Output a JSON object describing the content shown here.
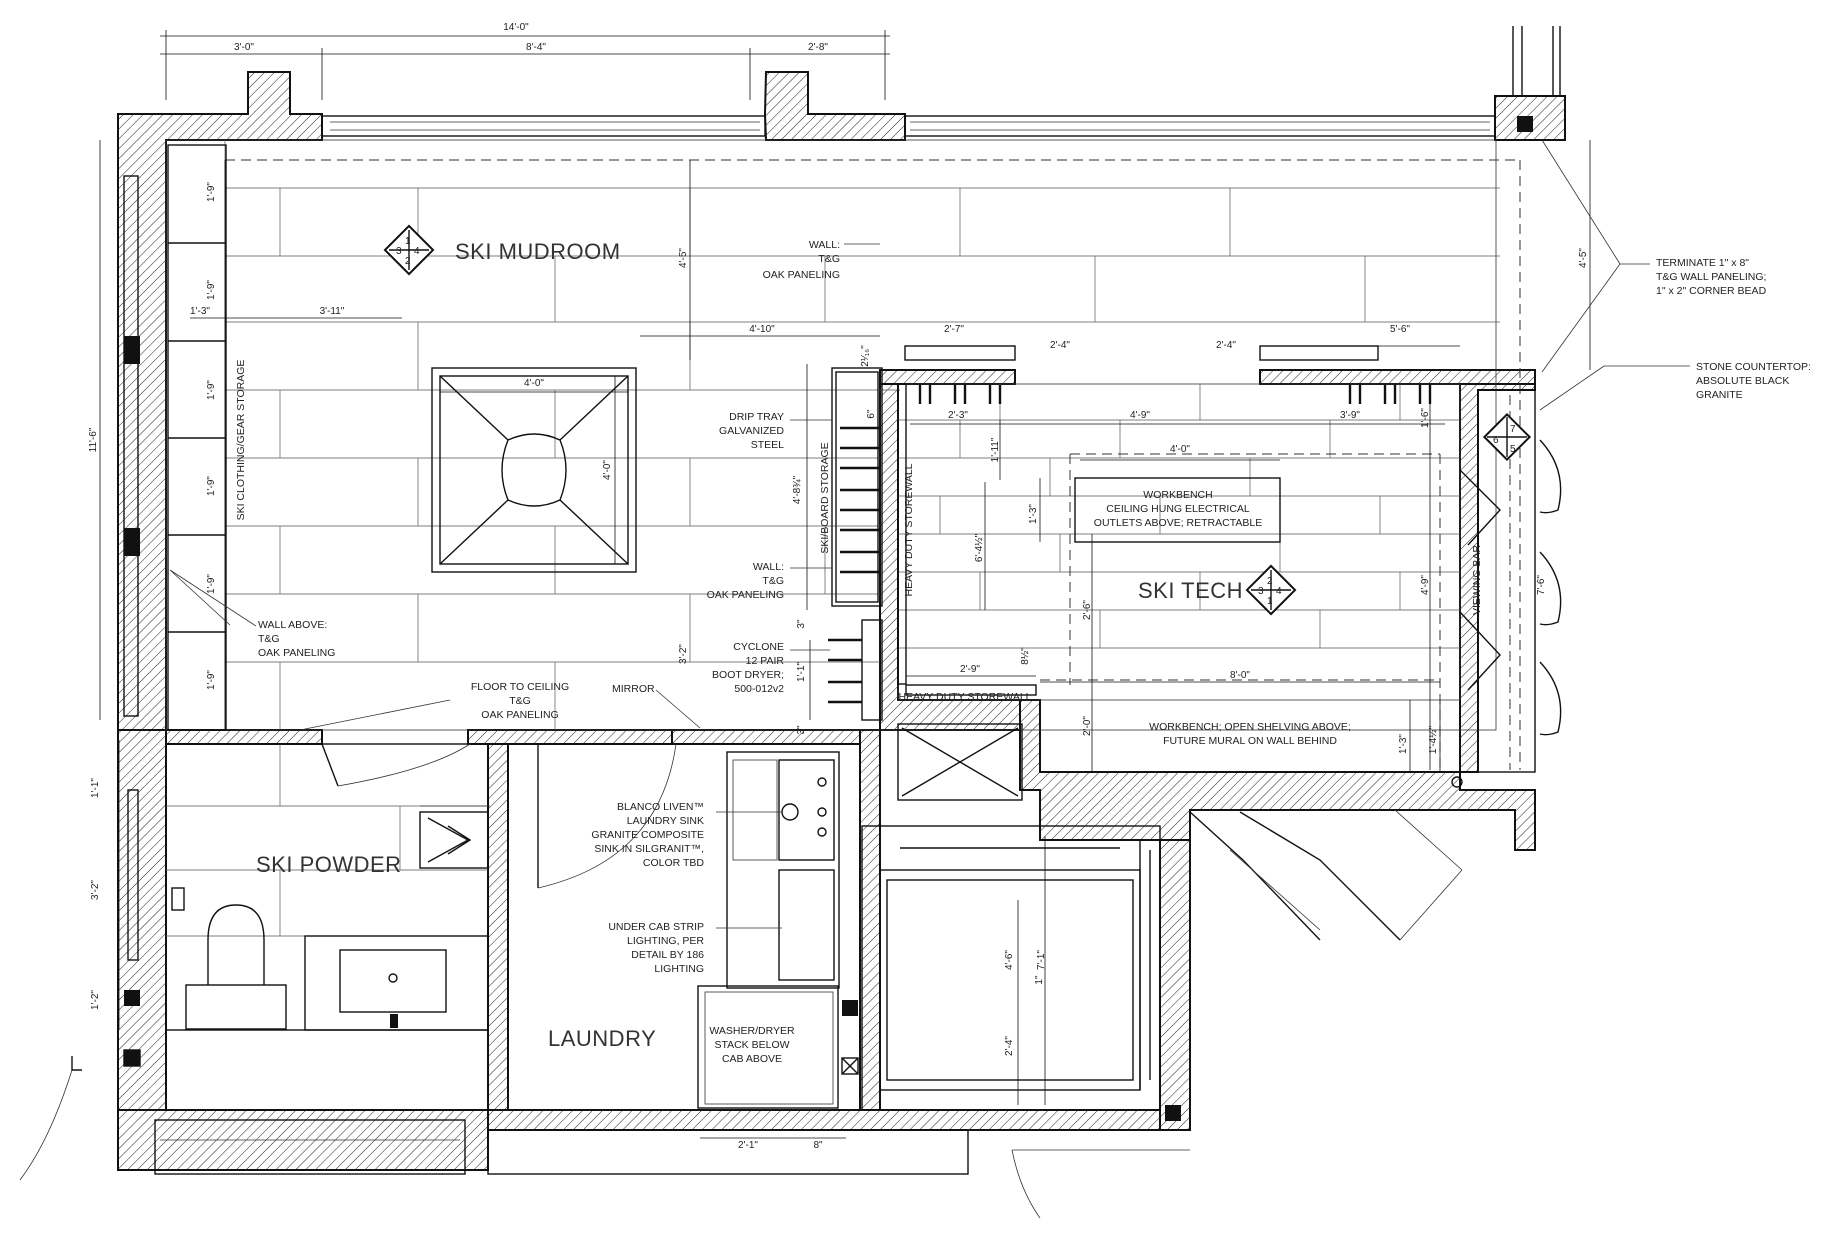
{
  "rooms": {
    "mudroom": "SKI MUDROOM",
    "tech": "SKI TECH",
    "powder": "SKI POWDER",
    "laundry": "LAUNDRY"
  },
  "notes": {
    "terminate": [
      "TERMINATE 1\" x 8\"",
      "T&G WALL PANELING;",
      "1\" x 2\" CORNER BEAD"
    ],
    "stone": [
      "STONE COUNTERTOP:",
      "ABSOLUTE BLACK",
      "GRANITE"
    ],
    "wall_top": [
      "WALL:",
      "T&G",
      "OAK PANELING"
    ],
    "wall_mid": [
      "WALL:",
      "T&G",
      "OAK PANELING"
    ],
    "wall_above": [
      "WALL ABOVE:",
      "T&G",
      "OAK PANELING"
    ],
    "floor_ceiling": [
      "FLOOR TO CEILING",
      "T&G",
      "OAK PANELING"
    ],
    "mirror": "MIRROR",
    "drip": [
      "DRIP TRAY",
      "GALVANIZED",
      "STEEL"
    ],
    "cyclone": [
      "CYCLONE",
      "12 PAIR",
      "BOOT DRYER;",
      "500-012v2"
    ],
    "blanco": [
      "BLANCO LIVEN™",
      "LAUNDRY SINK",
      "GRANITE COMPOSITE",
      "SINK IN SILGRANIT™,",
      "COLOR TBD"
    ],
    "undercab": [
      "UNDER CAB STRIP",
      "LIGHTING, PER",
      "DETAIL BY 186",
      "LIGHTING"
    ],
    "washer": [
      "WASHER/DRYER",
      "STACK BELOW",
      "CAB ABOVE"
    ],
    "workbench1": [
      "WORKBENCH",
      "CEILING HUNG ELECTRICAL",
      "OUTLETS ABOVE; RETRACTABLE"
    ],
    "workbench2": [
      "WORKBENCH; OPEN SHELVING ABOVE;",
      "FUTURE MURAL ON WALL BEHIND"
    ],
    "storewall_v": "HEAVY DUTY STOREWALL",
    "storewall_h": "HEAVY DUTY STOREWALL",
    "viewing_bar": "VIEWING BAR",
    "ski_clothing": "SKI CLOTHING/GEAR STORAGE",
    "skiboard": "SKI/BOARD STORAGE"
  },
  "dims": {
    "total_w": "14'-0\"",
    "w_3_0": "3'-0\"",
    "w_8_4": "8'-4\"",
    "w_2_8": "2'-8\"",
    "h_11_6": "11'-6\"",
    "h_4_5_left": "4'-5\"",
    "h_4_5_right": "4'-5\"",
    "d_1_3": "1'-3\"",
    "d_3_11": "3'-11\"",
    "d_4_10": "4'-10\"",
    "d_4_0_h": "4'-0\"",
    "d_4_0_v": "4'-0\"",
    "d_2_7": "2'-7\"",
    "d_2_4a": "2'-4\"",
    "d_2_4b": "2'-4\"",
    "d_5_6": "5'-6\"",
    "d_2_3": "2'-3\"",
    "d_4_9h": "4'-9\"",
    "d_3_9": "3'-9\"",
    "d_1_6": "1'-6\"",
    "d_4_0_wb": "4'-0\"",
    "d_1_11": "1'-11\"",
    "d_1_3b": "1'-3\"",
    "d_6_4": "6'-4½\"",
    "d_4_9v": "4'-9\"",
    "d_7_6": "7'-6\"",
    "d_2_6": "2'-6\"",
    "d_2_9": "2'-9\"",
    "d_8_0": "8'-0\"",
    "d_8_half": "8½\"",
    "d_2_0": "2'-0\"",
    "d_1_3c": "1'-3\"",
    "d_1_4": "1'-4½\"",
    "d_1_9": "1'-9\"",
    "d_3_2": "3'-2\"",
    "d_1_1": "1'-1\"",
    "d_4_8": "4'-8¾\"",
    "d_6": "6\"",
    "d_2_1_16": "2¹⁄₁₆\"",
    "d_3_pwd": "3'-2\"",
    "d_1_1b": "1'-1\"",
    "d_1_2": "1'-2\"",
    "d_3a": "3\"",
    "d_3b": "3\"",
    "d_4_6": "4'-6\"",
    "d_7_1": "7'-1\"",
    "d_1in": "1\"",
    "d_2_4c": "2'-4\"",
    "d_2_1": "2'-1\"",
    "d_8in": "8\""
  },
  "elevation_tags": {
    "mudroom": [
      "1",
      "2",
      "3",
      "4"
    ],
    "tech": [
      "1",
      "2",
      "3",
      "4"
    ],
    "bar": [
      "5",
      "6",
      "7"
    ]
  }
}
